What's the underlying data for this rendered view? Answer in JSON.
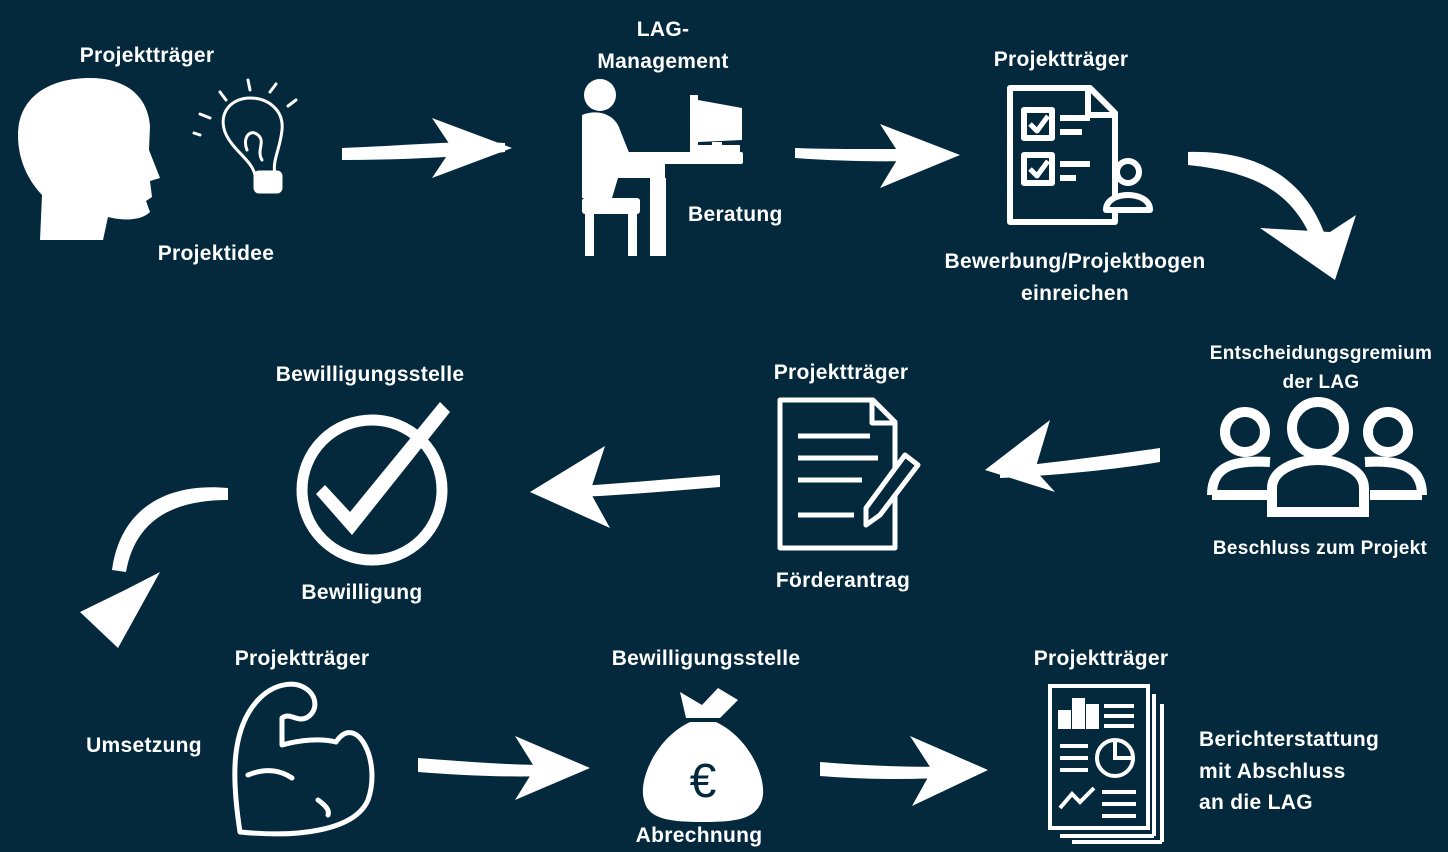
{
  "row1": {
    "step1": {
      "actor": "Projektträger",
      "label": "Projektidee",
      "icons": [
        "head-silhouette-icon",
        "lightbulb-icon"
      ]
    },
    "step2": {
      "actor": "LAG-\nManagement",
      "label": "Beratung",
      "icons": [
        "person-at-computer-icon"
      ]
    },
    "step3": {
      "actor": "Projektträger",
      "label": "Bewerbung/Projektbogen\neinreichen",
      "icons": [
        "checklist-document-icon"
      ]
    }
  },
  "row2": {
    "step4": {
      "actor": "Entscheidungsgremium\nder LAG",
      "label": "Beschluss zum Projekt",
      "icons": [
        "group-of-people-icon"
      ]
    },
    "step5": {
      "actor": "Projektträger",
      "label": "Förderantrag",
      "icons": [
        "document-with-pen-icon"
      ]
    },
    "step6": {
      "actor": "Bewilligungsstelle",
      "label": "Bewilligung",
      "icons": [
        "check-circle-icon"
      ]
    }
  },
  "row3": {
    "step7": {
      "actor": "Projektträger",
      "label": "Umsetzung",
      "icons": [
        "flexed-arm-icon"
      ]
    },
    "step8": {
      "actor": "Bewilligungsstelle",
      "label": "Abrechnung",
      "icons": [
        "euro-money-bag-icon"
      ]
    },
    "step9": {
      "actor": "Projektträger",
      "label": "Berichterstattung\nmit Abschluss\nan die LAG",
      "icons": [
        "report-documents-icon"
      ]
    }
  },
  "colors": {
    "background": "#04293d",
    "foreground": "#ffffff"
  }
}
